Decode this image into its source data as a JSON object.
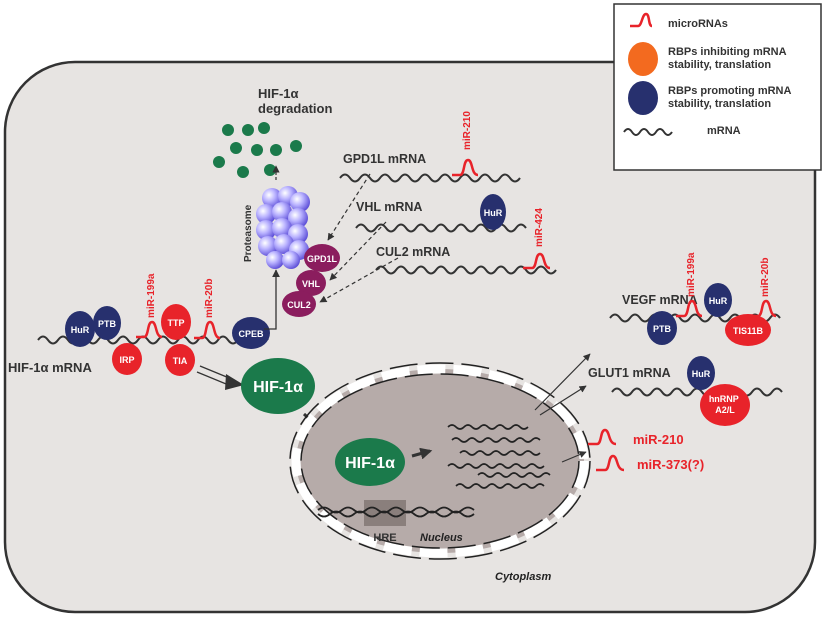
{
  "colors": {
    "cell_fill": "#e7e4e2",
    "nucleus_fill": "#b6aba9",
    "rbp_inhibiting": "#e8232a",
    "rbp_promoting": "#27306e",
    "hif": "#1b7a4b",
    "microrna": "#e8232a",
    "proteasome": "#8a7ff0",
    "degradation_dots": "#1b7a4b",
    "ubiquitin_ligase": "#8b1d5e",
    "hre_box": "#8a7f7c"
  },
  "legend": {
    "microrna_label": "microRNAs",
    "inhibiting_label": "RBPs inhibiting mRNA stability, translation",
    "promoting_label": "RBPs promoting mRNA stability, translation",
    "mrna_label": "mRNA"
  },
  "compartments": {
    "cytoplasm": "Cytoplasm",
    "nucleus": "Nucleus"
  },
  "degradation": {
    "label": "HIF-1α degradation",
    "proteasome": "Proteasome"
  },
  "hif_mrna": {
    "label": "HIF-1α mRNA",
    "rbps": {
      "hur": "HuR",
      "ptb": "PTB",
      "irp": "IRP",
      "ttp": "TTP",
      "tia": "TIA",
      "cpeb": "CPEB"
    },
    "mirnas": {
      "a": "miR-199a",
      "b": "miR-20b"
    }
  },
  "hif_protein": {
    "cytoplasm": "HIF-1α",
    "nucleus": "HIF-1α"
  },
  "hre": "HRE",
  "ligase": {
    "gpd1l": "GPD1L",
    "vhl": "VHL",
    "cul2": "CUL2"
  },
  "ligase_mrnas": {
    "gpd1l": {
      "label": "GPD1L mRNA",
      "mirna": "miR-210"
    },
    "vhl": {
      "label": "VHL mRNA",
      "rbp": "HuR"
    },
    "cul2": {
      "label": "CUL2 mRNA",
      "mirna": "miR-424"
    }
  },
  "vegf": {
    "label": "VEGF mRNA",
    "mirnas": {
      "a": "miR-199a",
      "b": "miR-20b"
    },
    "rbps": {
      "ptb": "PTB",
      "hur": "HuR",
      "tis11b": "TIS11B"
    }
  },
  "glut1": {
    "label": "GLUT1 mRNA",
    "rbps": {
      "hur": "HuR",
      "hnrnp_line1": "hnRNP",
      "hnrnp_line2": "A2/L"
    }
  },
  "mirna_outputs": {
    "a": "miR-210",
    "b": "miR-373(?)"
  }
}
